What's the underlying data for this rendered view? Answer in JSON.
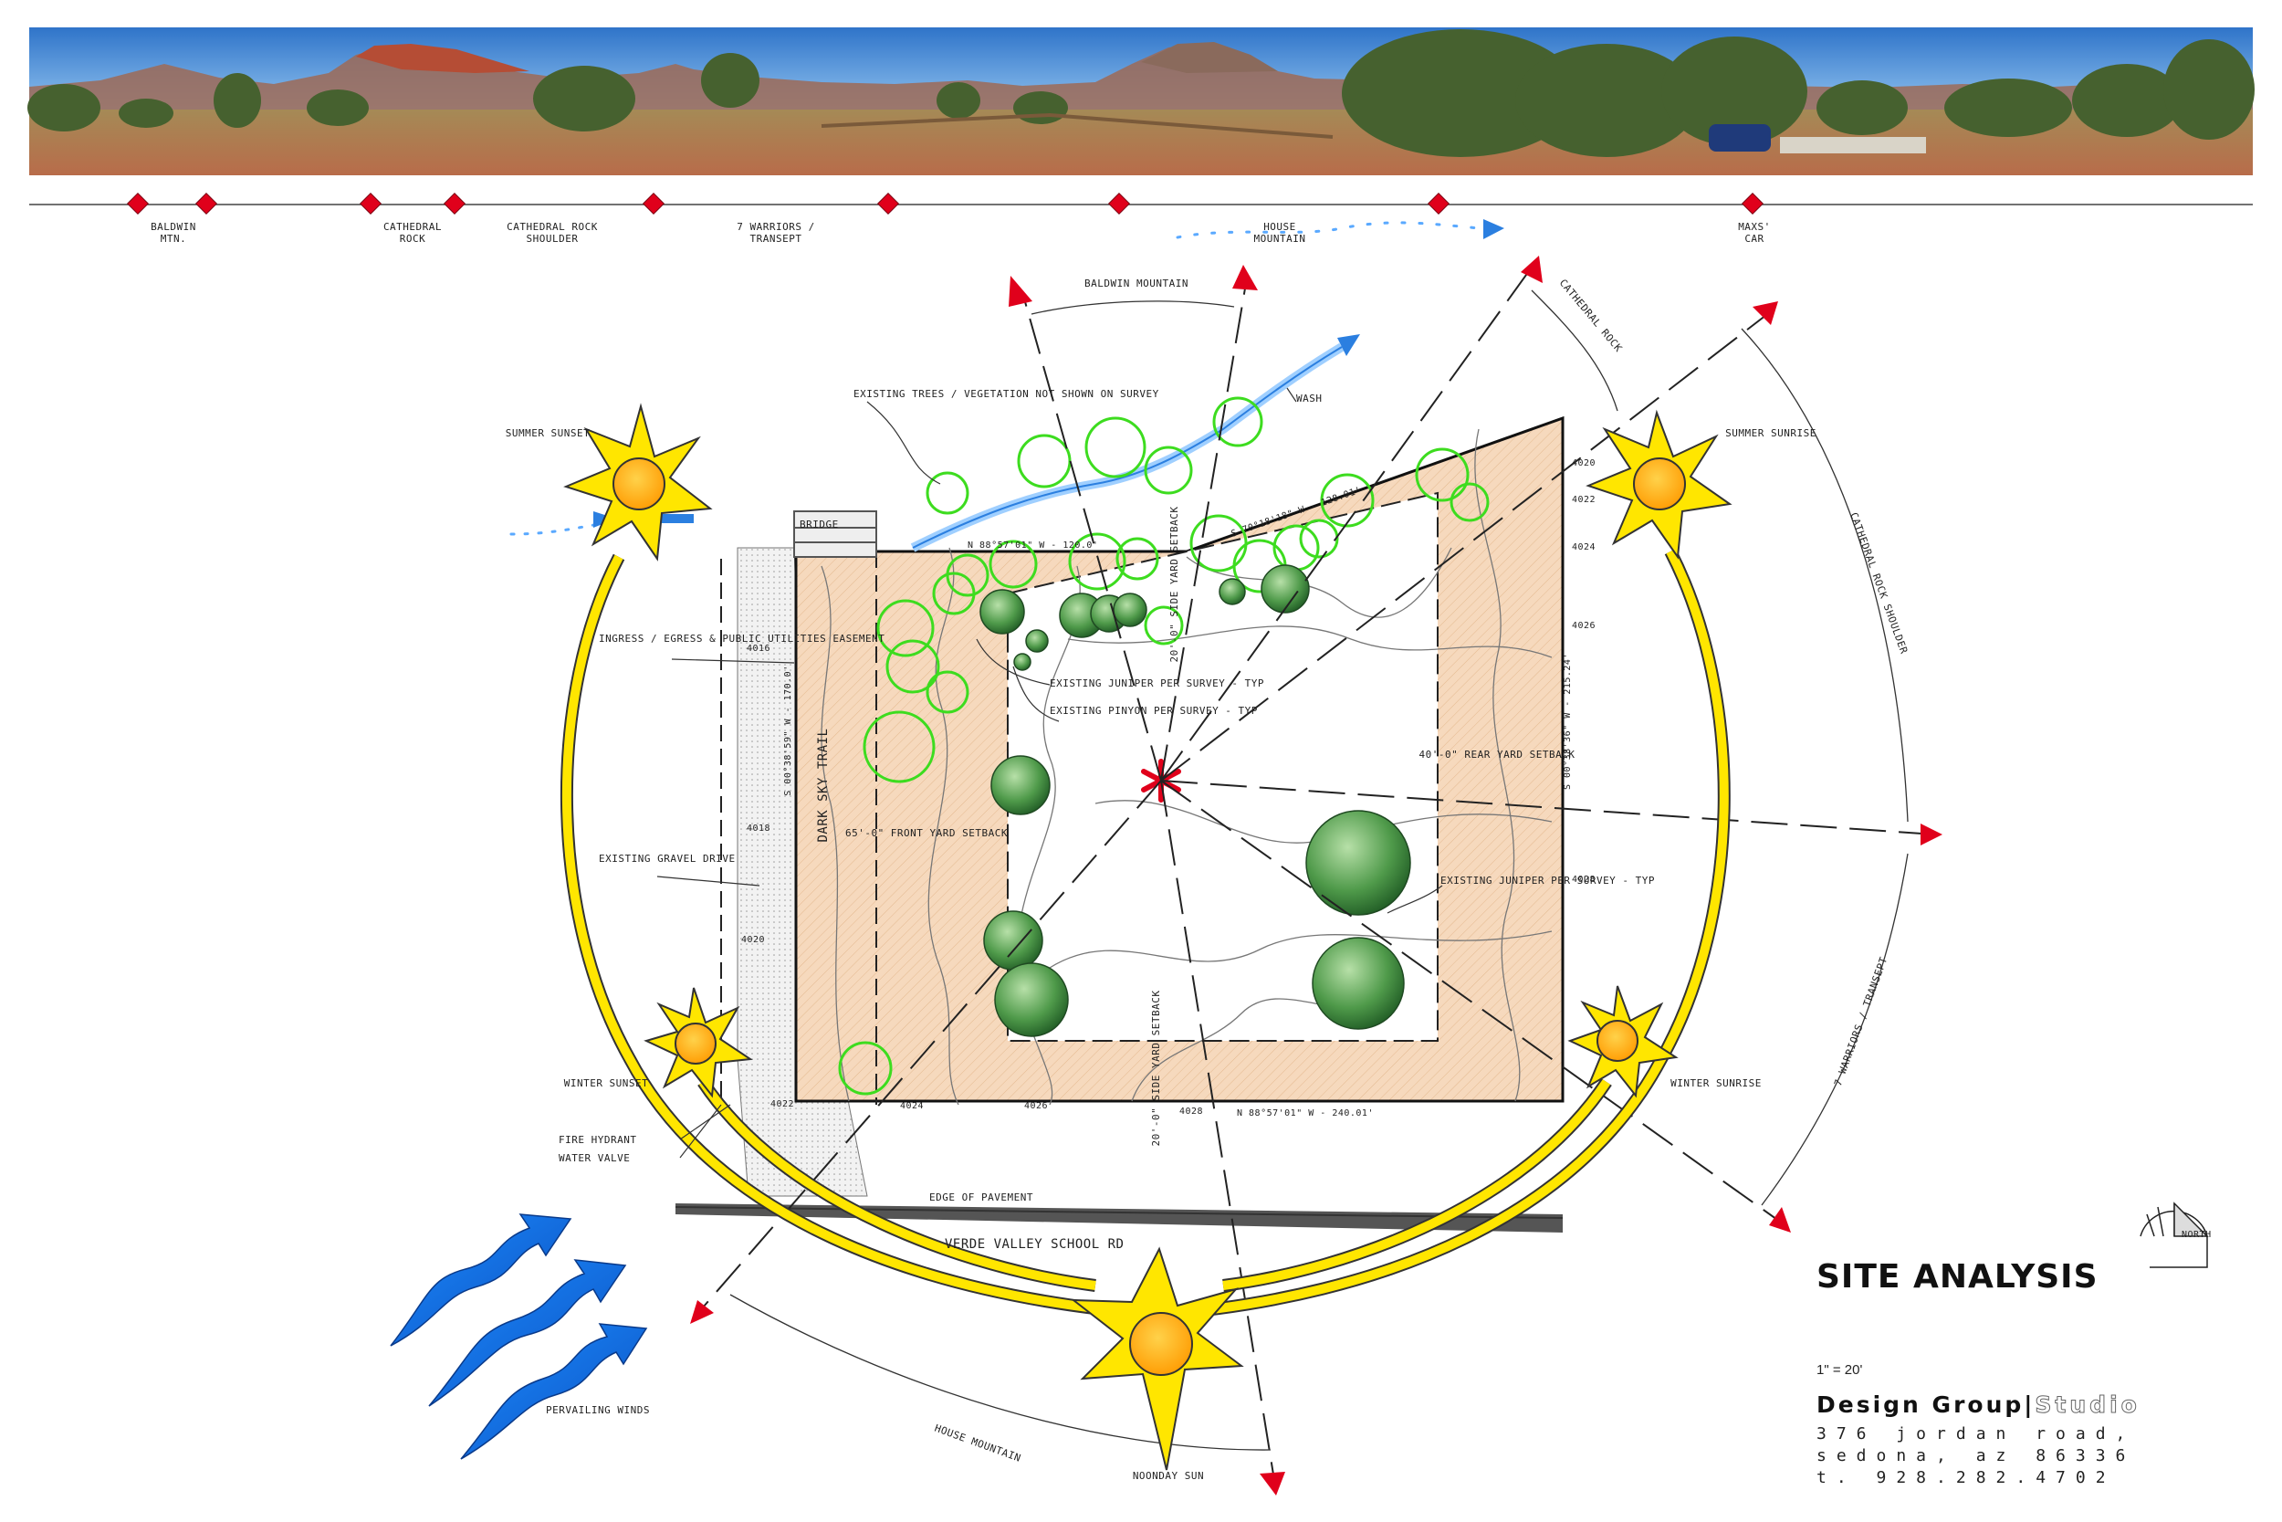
{
  "panorama": {
    "labels": [
      "BALDWIN MTN.",
      "CATHEDRAL ROCK",
      "CATHEDRAL ROCK SHOULDER",
      "7 WARRIORS / TRANSEPT",
      "HOUSE MOUNTAIN",
      "MAXS' CAR"
    ]
  },
  "views": {
    "baldwin": "BALDWIN MOUNTAIN",
    "cathedral_rock": "CATHEDRAL ROCK",
    "cathedral_shoulder": "CATHEDRAL ROCK SHOULDER",
    "seven_warriors": "7 WARRIORS / TRANSEPT",
    "house_mountain": "HOUSE MOUNTAIN"
  },
  "sun": {
    "summer_sunset": "SUMMER SUNSET",
    "summer_sunrise": "SUMMER SUNRISE",
    "winter_sunset": "WINTER SUNSET",
    "winter_sunrise": "WINTER SUNRISE",
    "noonday": "NOONDAY SUN"
  },
  "site": {
    "wash": "WASH",
    "bridge": "BRIDGE",
    "existing_trees": "EXISTING TREES / VEGETATION NOT SHOWN ON SURVEY",
    "ingress": "INGRESS / EGRESS & PUBLIC UTILITIES EASEMENT",
    "gravel_drive": "EXISTING GRAVEL DRIVE",
    "fire_hydrant": "FIRE HYDRANT",
    "water_valve": "WATER VALVE",
    "edge_of_pavement": "EDGE OF PAVEMENT",
    "road": "VERDE VALLEY SCHOOL RD",
    "dark_sky_trail": "DARK SKY TRAIL",
    "juniper_note_1": "EXISTING JUNIPER PER SURVEY - TYP",
    "pinyon_note": "EXISTING PINYON PER SURVEY - TYP",
    "juniper_note_2": "EXISTING JUNIPER PER SURVEY - TYP",
    "front_setback": "65'-0\" FRONT YARD SETBACK",
    "rear_setback": "40'-0\" REAR YARD SETBACK",
    "side_setback_top": "20'-0\" SIDE YARD SETBACK",
    "side_setback_bottom": "20'-0\" SIDE YARD SETBACK",
    "winds": "PERVAILING WINDS",
    "north": "NORTH"
  },
  "bearings": {
    "top_west": "N 88°57'01\" W - 120.0'",
    "top_east": "S 70°18'18\" W - 128.01'",
    "west": "S 00°38'59\" W - 170.0'",
    "east": "S 00°38'36\" W - 215.24'",
    "south": "N 88°57'01\" W - 240.01'"
  },
  "contours": {
    "left": [
      "4016",
      "4018",
      "4020",
      "4022"
    ],
    "bottom": [
      "4024",
      "4026",
      "4028"
    ],
    "right": [
      "4020",
      "4022",
      "4024",
      "4026",
      "4028"
    ]
  },
  "title_block": {
    "title": "SITE ANALYSIS",
    "scale": "1\" = 20'",
    "firm": "Design Group",
    "studio": "Studio",
    "address_1": "376 jordan road,",
    "address_2": "sedona, az 86336",
    "phone": "t. 928.282.4702"
  },
  "colors": {
    "sun": "#ffe600",
    "sun_core": "#ffb400",
    "view_marker": "#e0001b",
    "setback_fill": "#f6d9bd",
    "tree_existing": "#45aa3a",
    "tree_outline": "#3ddc1f",
    "wind": "#1473e6",
    "wash": "#5aa9ff"
  }
}
